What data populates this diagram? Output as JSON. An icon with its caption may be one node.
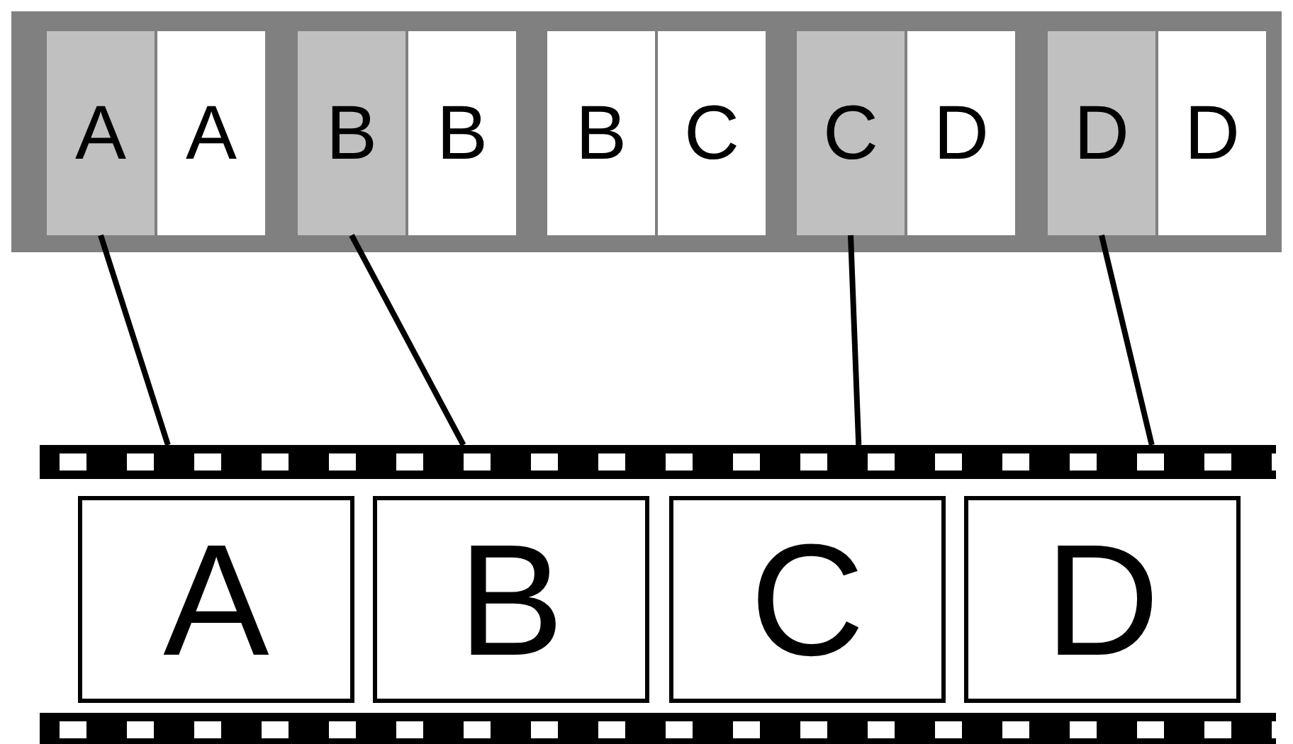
{
  "diagram": {
    "nodes": [
      {
        "text": [],
        "shape": "box"
      },
      {
        "text": [
          "A"
        ],
        "in": 0
      },
      {
        "text": [
          "A"
        ],
        "in": 0
      },
      {
        "text": [
          "B"
        ],
        "in": 0
      },
      {
        "text": [
          "B"
        ],
        "in": 0
      },
      {
        "text": [
          "B"
        ],
        "in": 0
      },
      {
        "text": [
          "C"
        ],
        "in": 0
      },
      {
        "text": [
          "C"
        ],
        "in": 0
      },
      {
        "text": [
          "D"
        ],
        "in": 0
      },
      {
        "text": [
          "D"
        ],
        "in": 0
      },
      {
        "text": [
          "D"
        ],
        "in": 0
      },
      {
        "text": [],
        "shape": "box"
      },
      {
        "text": [
          "A"
        ],
        "in": 11
      },
      {
        "text": [
          "B"
        ],
        "in": 11
      },
      {
        "text": [
          "C"
        ],
        "in": 11
      },
      {
        "text": [
          "D"
        ],
        "in": 11
      }
    ],
    "edges": [
      {
        "from": 1,
        "to": 12,
        "arrow": "none"
      },
      {
        "from": 3,
        "to": 13,
        "arrow": "none"
      },
      {
        "from": 7,
        "to": 14,
        "arrow": "none"
      },
      {
        "from": 9,
        "to": 15,
        "arrow": "none"
      }
    ]
  }
}
